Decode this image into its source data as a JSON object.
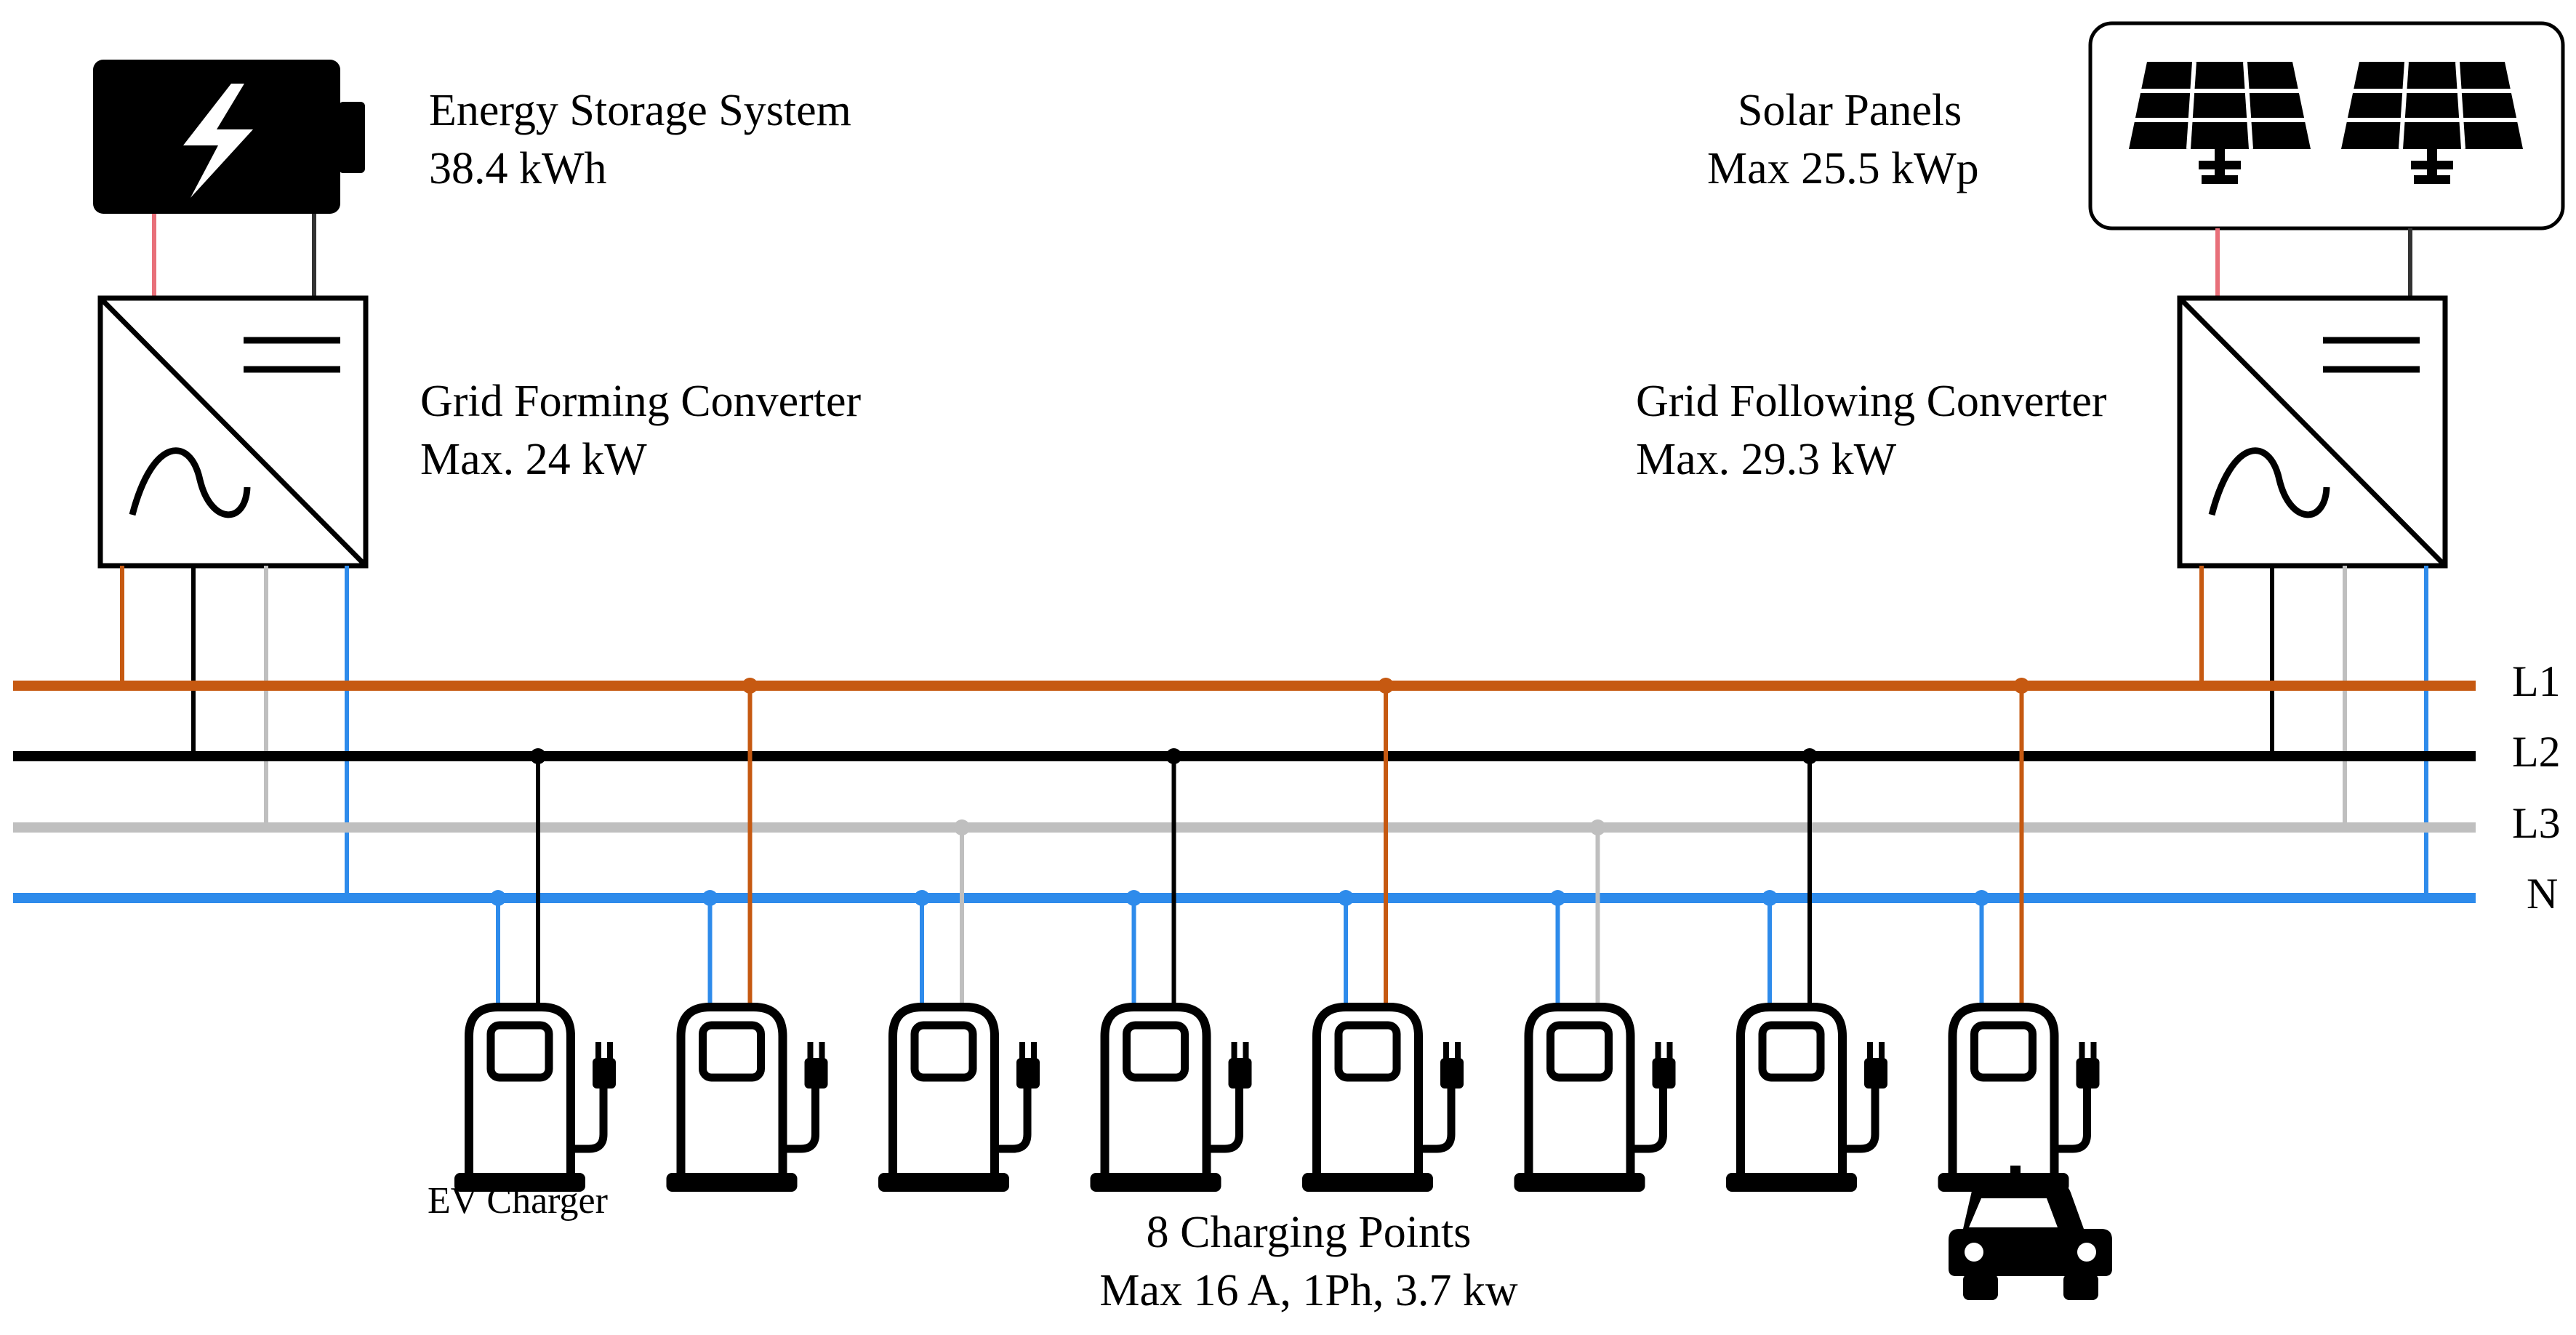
{
  "storage": {
    "title": "Energy Storage System",
    "capacity": "38.4 kWh"
  },
  "solar": {
    "title": "Solar Panels",
    "capacity": "Max 25.5 kWp"
  },
  "grid_forming": {
    "title": "Grid Forming Converter",
    "rating": "Max. 24 kW"
  },
  "grid_following": {
    "title": "Grid Following Converter",
    "rating": "Max. 29.3 kW"
  },
  "buses": [
    {
      "id": "L1",
      "label": "L1",
      "color": "#C65911"
    },
    {
      "id": "L2",
      "label": "L2",
      "color": "#000000"
    },
    {
      "id": "L3",
      "label": "L3",
      "color": "#BFBFBF"
    },
    {
      "id": "N",
      "label": "N",
      "color": "#2E8BEB"
    }
  ],
  "wire_colors": {
    "dc_positive": "#E8707A",
    "dc_negative": "#333333"
  },
  "chargers": {
    "caption": "EV Charger",
    "phases": [
      "L2",
      "L1",
      "L3",
      "L2",
      "L1",
      "L3",
      "L2",
      "L1"
    ]
  },
  "charging_points": {
    "title": "8 Charging Points",
    "spec": "Max 16 A, 1Ph, 3.7 kw"
  },
  "icons": {
    "battery": "battery-lightning-icon",
    "solar": "solar-panel-icon",
    "converter": "dc-ac-converter-icon",
    "charger": "ev-charger-icon",
    "car": "car-icon"
  }
}
